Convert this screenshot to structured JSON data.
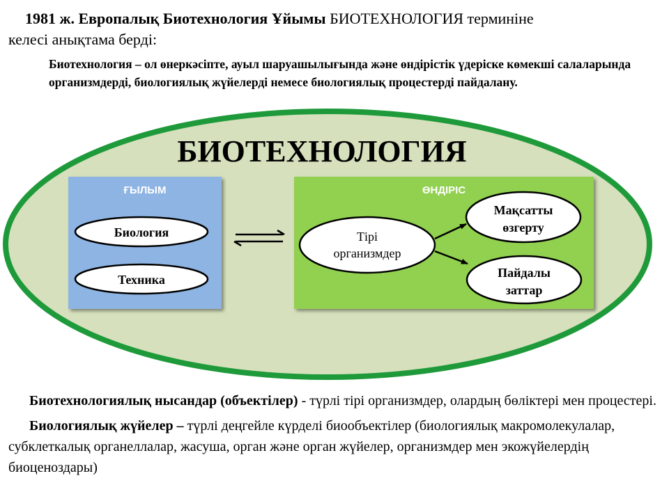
{
  "intro": {
    "lead_bold": "1981 ж. Европалық Биотехнология Ұйымы",
    "lead_rest": " БИОТЕХНОЛОГИЯ терминіне",
    "lead_line2": "келесі анықтама берді:"
  },
  "definition": "Биотехнология – ол өнеркәсіпте, ауыл шаруашылығында және өндірістік үдеріске көмекші салаларында организмдерді, биологиялық жүйелерді немесе биологиялық процестерді пайдалану.",
  "diagram": {
    "title": "БИОТЕХНОЛОГИЯ",
    "science": {
      "heading": "ҒЫЛЫМ",
      "items": [
        "Биология",
        "Техника"
      ]
    },
    "production": {
      "heading": "ӨНДІРІС",
      "source_line1": "Тірі",
      "source_line2": "организмдер",
      "target1_line1": "Мақсатты",
      "target1_line2": "өзгерту",
      "target2_line1": "Пайдалы",
      "target2_line2": "заттар"
    },
    "colors": {
      "outer_ellipse_fill": "#d6e0bc",
      "outer_ellipse_stroke": "#1e9a3a",
      "science_fill": "#8eb4e3",
      "production_fill": "#92d050"
    }
  },
  "bottom": {
    "objects_term": "Биотехнологиялық нысандар (объектілер)",
    "objects_def": "  -  түрлі тірі организмдер, олардың бөліктері мен процестері.",
    "systems_term": "Биологиялық жүйелер –",
    "systems_def": " түрлі деңгейле күрделі биообъектілер (биологиялық макромолекулалар, субклеткалық органеллалар, жасуша, орган және орган жүйелер, организмдер  мен экожүйелердің биоценоздары)"
  }
}
